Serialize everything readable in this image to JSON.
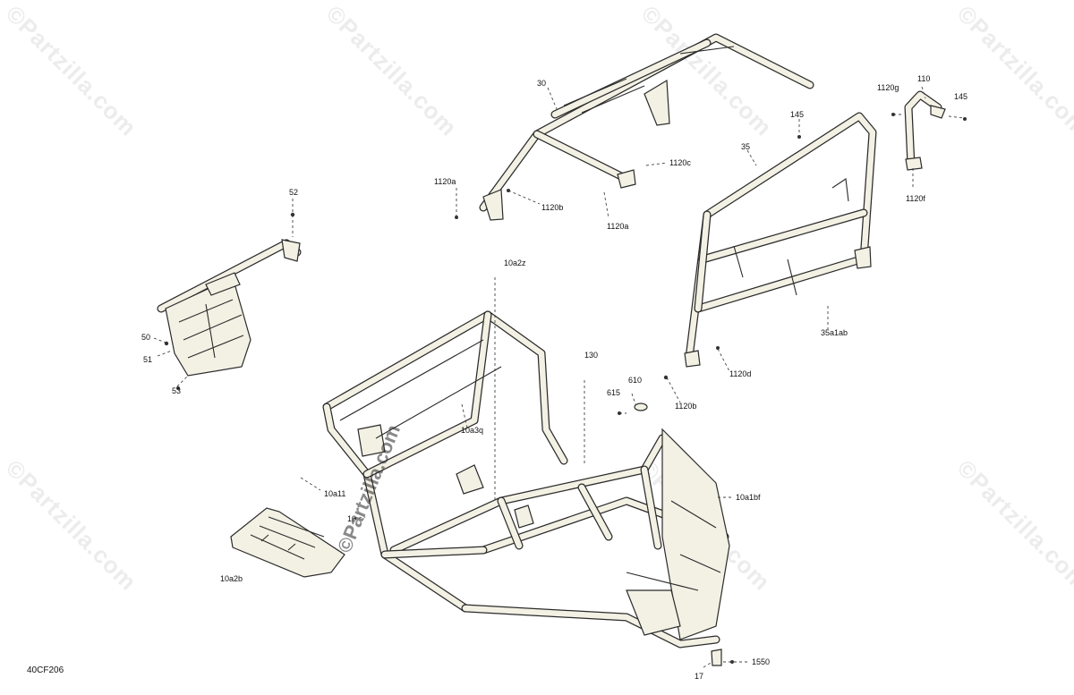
{
  "diagram": {
    "code": "40CF206",
    "watermark": "©Partzilla.com"
  },
  "callouts": {
    "c52": "52",
    "c50": "50",
    "c51": "51",
    "c53": "53",
    "c30": "30",
    "c1120a_top": "1120a",
    "c1120b_top": "1120b",
    "c1120a_mid": "1120a",
    "c1120c": "1120c",
    "c1120g": "1120g",
    "c110": "110",
    "c145_right": "145",
    "c145_mid": "145",
    "c35": "35",
    "c1120f": "1120f",
    "c10a2z": "10a2z",
    "c130": "130",
    "c610": "610",
    "c615": "615",
    "c1120d": "1120d",
    "c1120b_low": "1120b",
    "c35a1ab": "35a1ab",
    "c10a3q": "10a3q",
    "c10a11": "10a11",
    "c10": "10",
    "c10a2b": "10a2b",
    "c10a1bf": "10a1bf",
    "c17": "17",
    "c1550": "1550"
  }
}
